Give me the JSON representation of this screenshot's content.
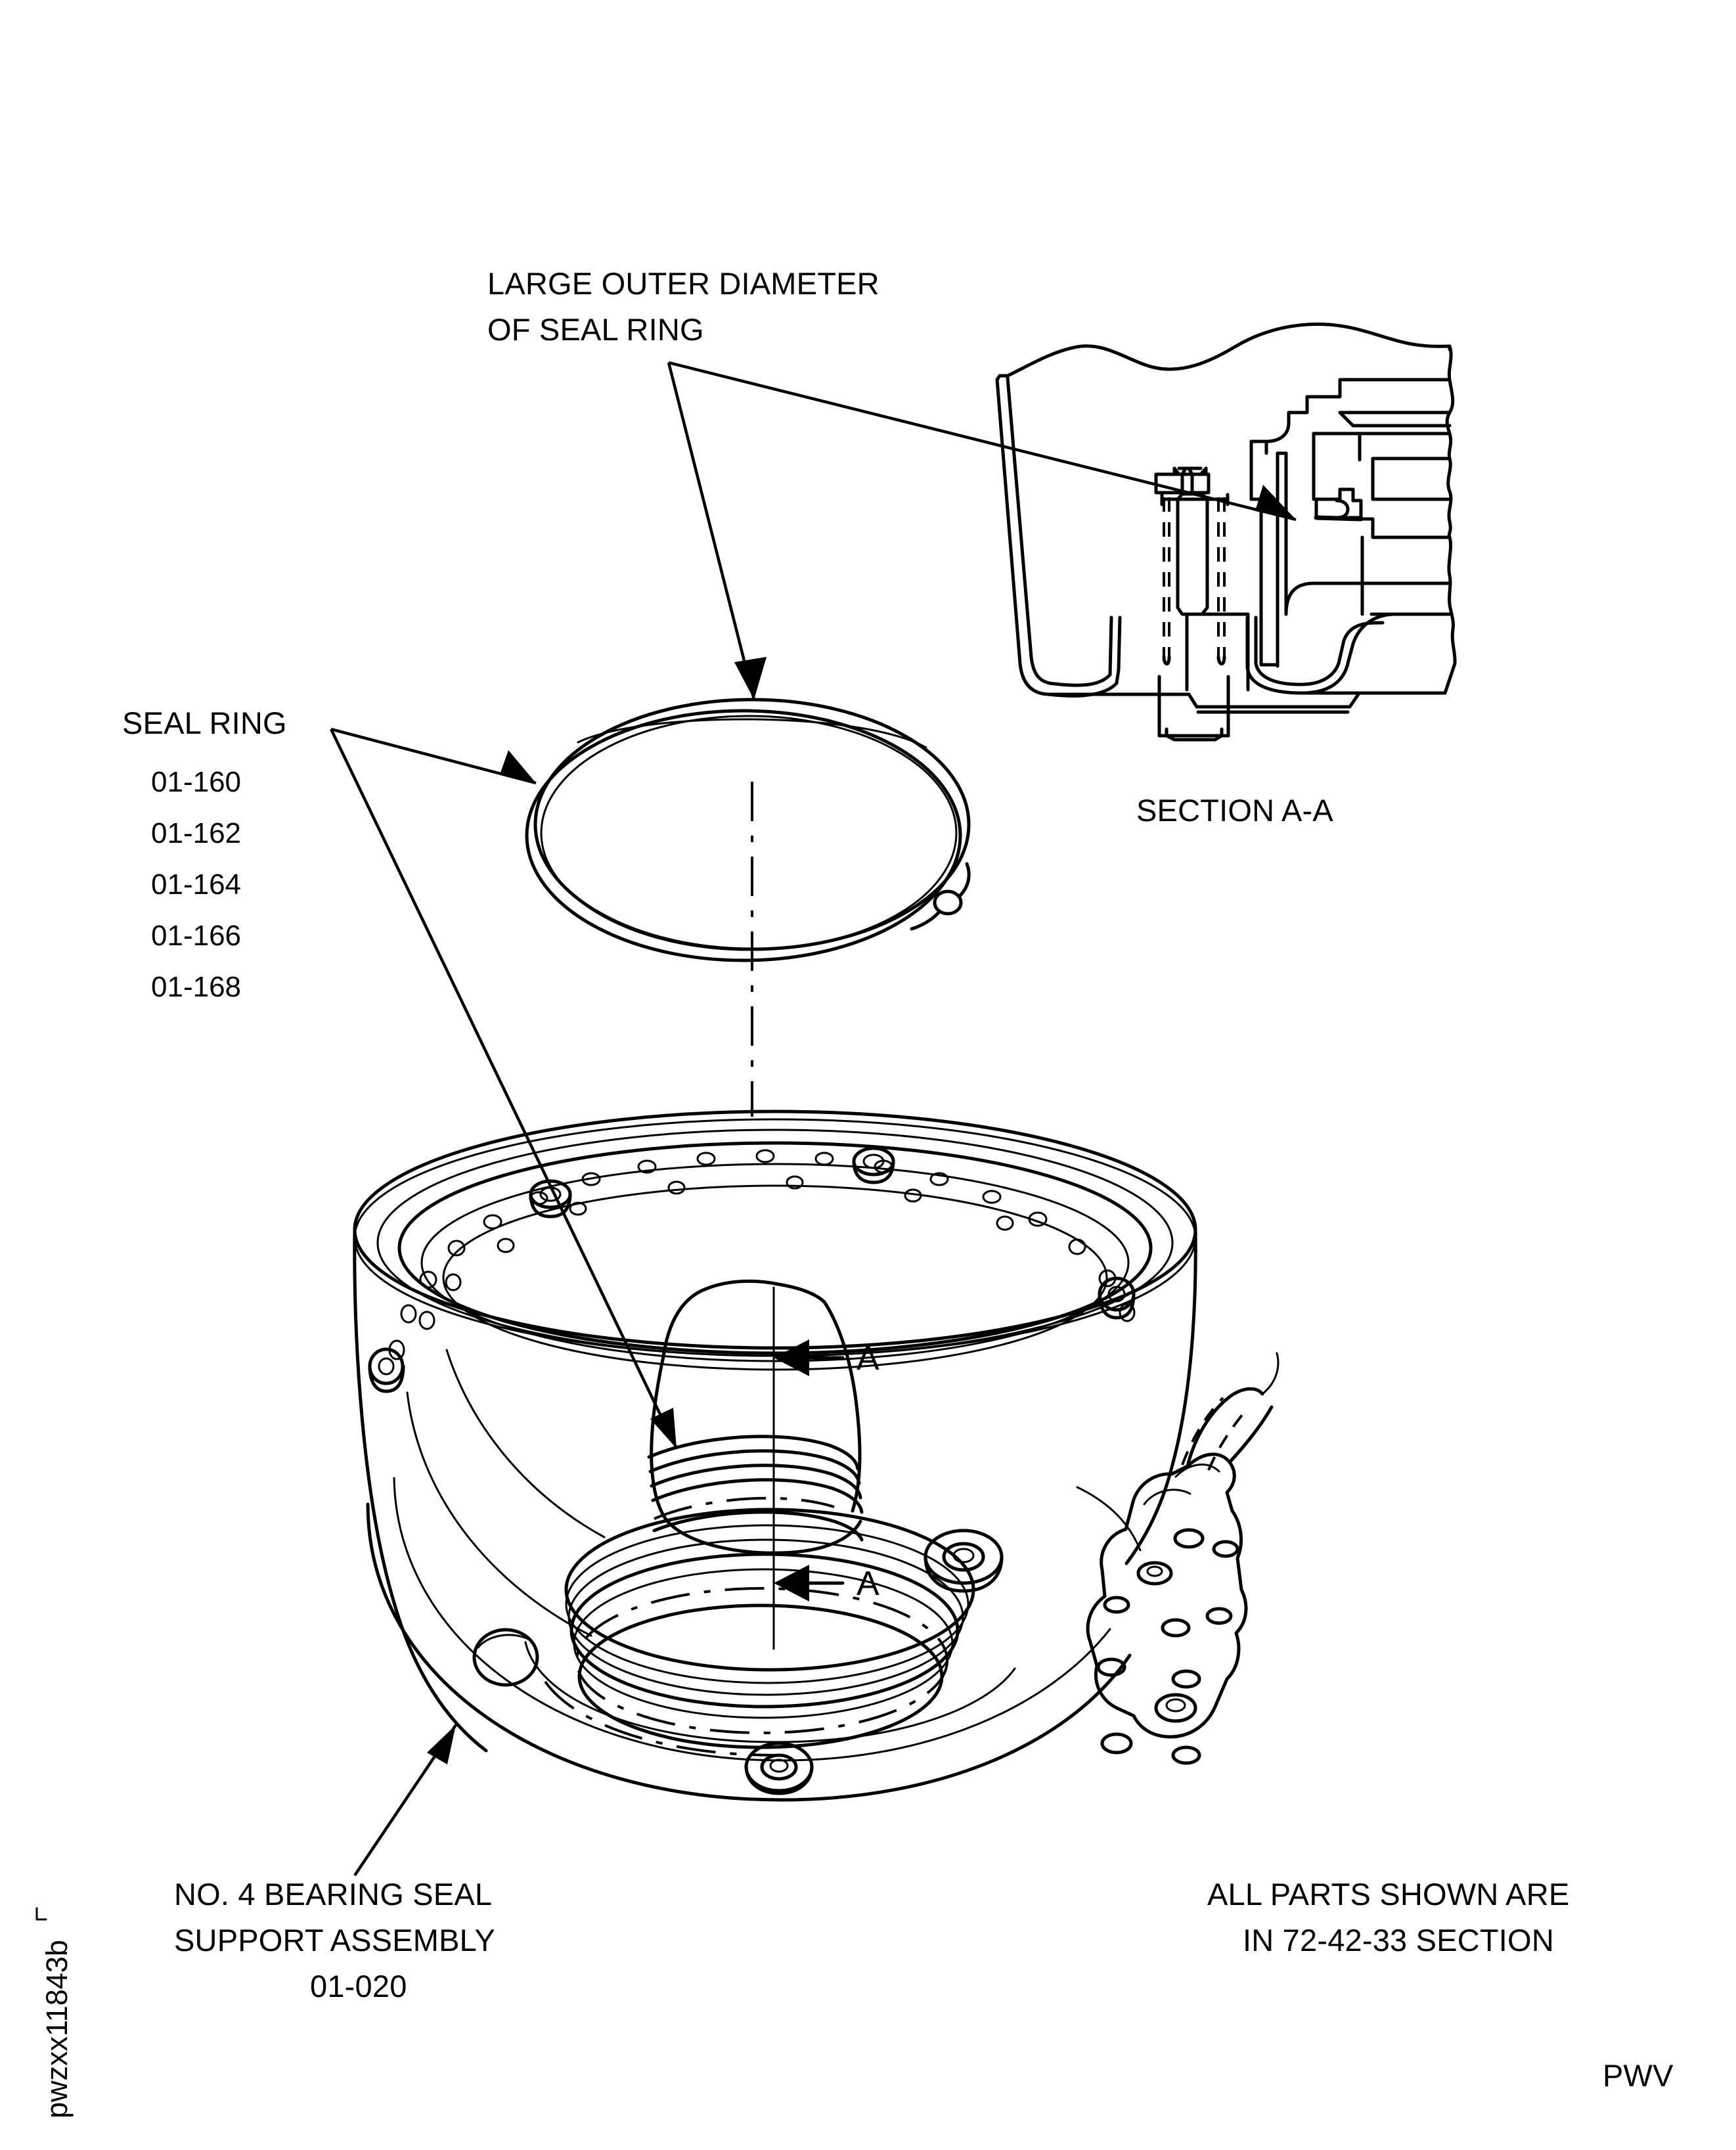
{
  "figure": {
    "drawing_number": "pwzxx11843b",
    "manufacturer_code": "PWV",
    "background_color": "#ffffff",
    "line_color": "#000000"
  },
  "callouts": {
    "large_od": {
      "line1": "LARGE OUTER DIAMETER",
      "line2": "OF SEAL RING"
    },
    "seal_ring": {
      "title": "SEAL RING",
      "part_numbers": [
        "01-160",
        "01-162",
        "01-164",
        "01-166",
        "01-168"
      ]
    },
    "support_assembly": {
      "line1": "NO. 4 BEARING SEAL",
      "line2": "SUPPORT ASSEMBLY",
      "part_number": "01-020"
    },
    "section_label": "SECTION A-A",
    "section_marks": {
      "upper": "A",
      "lower": "A"
    },
    "note": {
      "line1": "ALL PARTS SHOWN ARE",
      "line2": "IN 72-42-33 SECTION"
    }
  }
}
